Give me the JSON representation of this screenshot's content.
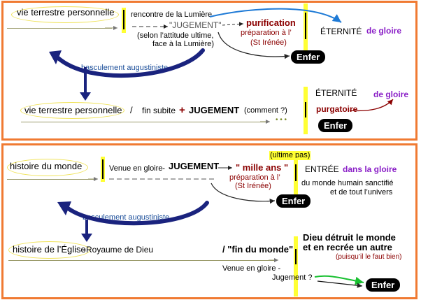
{
  "colors": {
    "panel_border": "#f07a32",
    "highlight_yellow": "#ffff33",
    "oval_yellow": "#f0e35a",
    "dark_red": "#8b0000",
    "purple": "#8a1fc7",
    "navy_arrow": "#1a237e",
    "blue_arrow": "#1e7ad6",
    "teal_label": "#1a4d99"
  },
  "panel1": {
    "vie_terrestre_1": "vie terrestre personnelle",
    "rencontre": "rencontre de la Lumière",
    "jugement": "\"JUGEMENT\"",
    "selon_1": "(selon l’attitude ultime,",
    "selon_2": "face à la Lumière)",
    "purification": "purification",
    "preparation": "préparation à l’",
    "st_irenee": "(St Irénée)",
    "enfer_1": "Enfer",
    "eternite_1": "ÉTERNITÉ",
    "de_gloire_1": "de gloire",
    "basculement": "basculement augustiniste",
    "vie_terrestre_2": "vie terrestre personnelle",
    "slash": "/",
    "fin_subite": "fin subite",
    "plus": "+",
    "jugement_2": "JUGEMENT",
    "comment": "(comment ?)",
    "dots": "• • •",
    "eternite_2": "ÉTERNITÉ",
    "de_gloire_2": "de gloire",
    "purgatoire": "purgatoire",
    "enfer_2": "Enfer"
  },
  "panel2": {
    "histoire_monde": "histoire du monde",
    "venue": "Venue en gloire",
    "dash": "-",
    "jugement": "JUGEMENT",
    "ultime_pas": "(ultime pas)",
    "mille_ans": "\" mille ans \"",
    "preparation": "préparation à l’",
    "st_irenee": "(St Irénée)",
    "entree": "ENTRÉE",
    "dans_la_gloire": "dans la gloire",
    "monde_1": "du monde humain sanctifié",
    "monde_2": "et de tout l’univers",
    "enfer_1": "Enfer",
    "basculement": "basculement augustiniste",
    "histoire_eglise": "histoire de l’Église",
    "royaume": "-Royaume de Dieu",
    "fin_du_monde": "/ \"fin du monde\"",
    "dieu_1": "Dieu détruit le monde",
    "dieu_2": "et en recrée un autre",
    "puisqu": "(puisqu’il le faut bien)",
    "venue_2": "Venue en gloire -",
    "jugement_q": "Jugement ?",
    "enfer_2": "Enfer"
  }
}
